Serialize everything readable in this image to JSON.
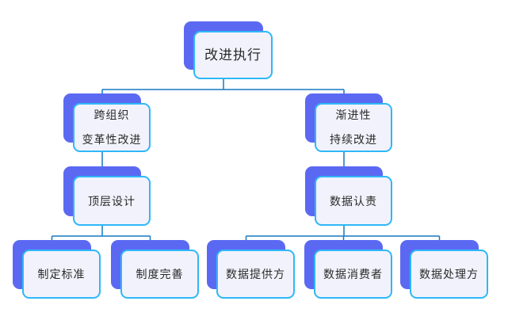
{
  "page": {
    "background": "#ffffff"
  },
  "diagram": {
    "type": "tree",
    "direction": "top-down",
    "title": "改进执行",
    "colors": {
      "node_shadow": "#5b69f2",
      "node_fill": "#f2f2fc",
      "node_border": "#2eb8f7",
      "connector": "#1779c2",
      "text": "#2a2a2a"
    },
    "nodes": [
      {
        "id": "improvement-execution",
        "lines": [
          "改进执行"
        ],
        "children": [
          "cross-org-transformational",
          "incremental-continuous"
        ]
      },
      {
        "id": "cross-org-transformational",
        "lines": [
          "跨组织",
          "变革性改进"
        ],
        "children": [
          "top-level-design"
        ]
      },
      {
        "id": "incremental-continuous",
        "lines": [
          "渐进性",
          "持续改进"
        ],
        "children": [
          "data-accountability"
        ]
      },
      {
        "id": "top-level-design",
        "lines": [
          "顶层设计"
        ],
        "children": [
          "set-standards",
          "system-improvement"
        ]
      },
      {
        "id": "data-accountability",
        "lines": [
          "数据认责"
        ],
        "children": [
          "data-provider",
          "data-consumer",
          "data-processor"
        ]
      },
      {
        "id": "set-standards",
        "lines": [
          "制定标准"
        ],
        "children": []
      },
      {
        "id": "system-improvement",
        "lines": [
          "制度完善"
        ],
        "children": []
      },
      {
        "id": "data-provider",
        "lines": [
          "数据提供方"
        ],
        "children": []
      },
      {
        "id": "data-consumer",
        "lines": [
          "数据消费者"
        ],
        "children": []
      },
      {
        "id": "data-processor",
        "lines": [
          "数据处理方"
        ],
        "children": []
      }
    ]
  }
}
